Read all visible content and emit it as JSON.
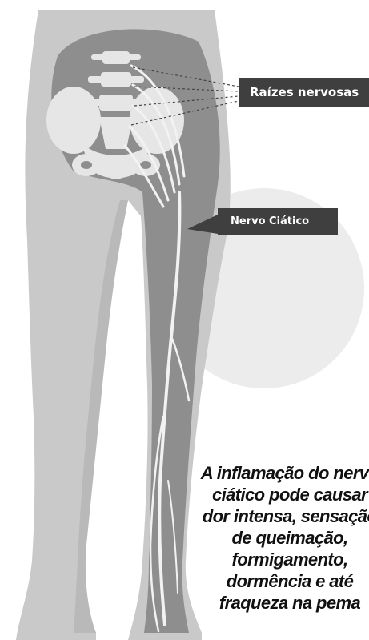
{
  "labels": {
    "nerve_roots": "Raízes nervosas",
    "sciatic_nerve": "Nervo Ciático"
  },
  "caption": {
    "lines": [
      "A inflamação do nervo",
      "ciático pode causar",
      "dor intensa, sensação",
      "de queimação,",
      "formigamento,",
      "dormência e até",
      "fraqueza na pema"
    ]
  },
  "colors": {
    "background": "#ffffff",
    "skin": "#c9c9c9",
    "skin_dark": "#b4b4b4",
    "highlight_zone": "#8e8e8e",
    "bone": "#e6e6e6",
    "nerve": "#f2f2f2",
    "halo": "#ececec",
    "label_bg": "#3f3f3f",
    "label_text": "#ffffff",
    "caption_text": "#111111"
  },
  "icons": {
    "figure": "human-back-lower-body-illustration",
    "spine": "lumbar-vertebrae-icon",
    "pelvis": "pelvis-bone-icon",
    "nerve": "sciatic-nerve-path"
  }
}
